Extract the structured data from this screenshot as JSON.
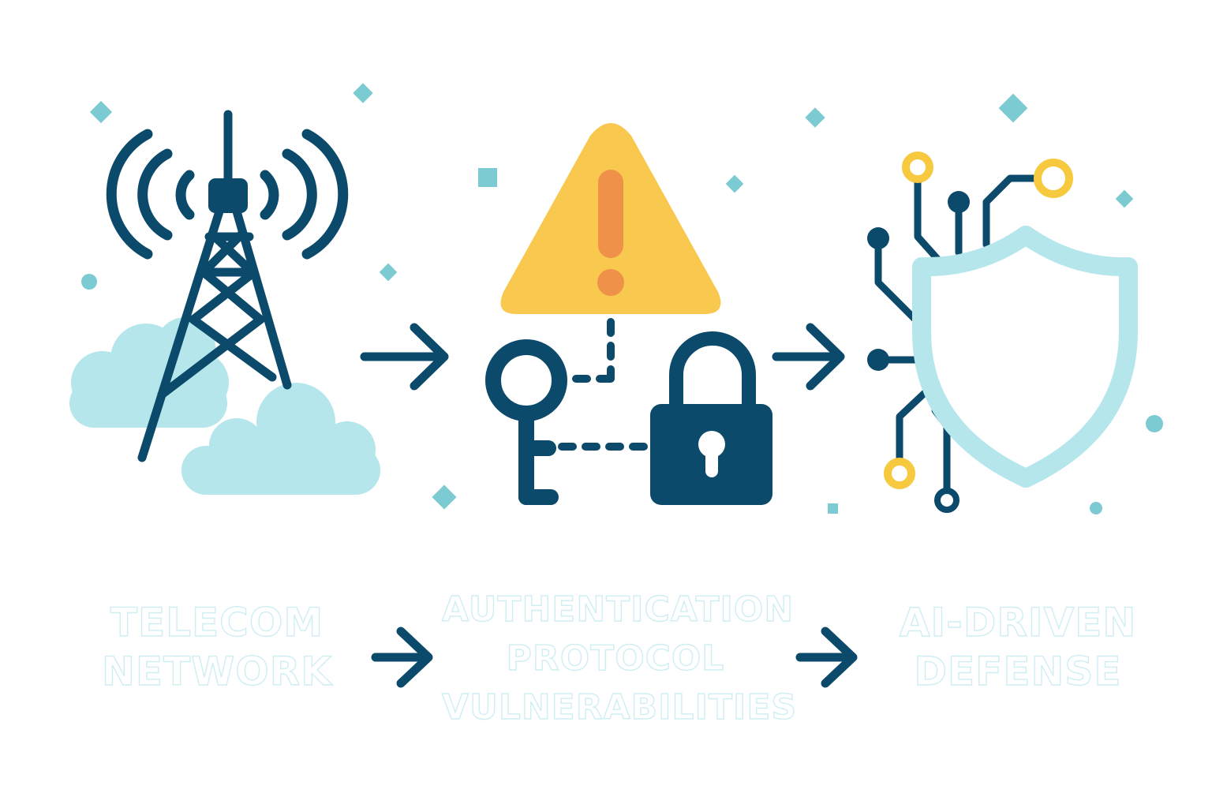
{
  "colors": {
    "navy": "#0c4a6b",
    "light_cyan": "#b4e6ec",
    "teal_accent": "#7ccbd2",
    "warning_yellow": "#f9c84f",
    "warning_orange": "#f0914a",
    "node_yellow": "#f6c93e",
    "label_outline": "#cfeef2"
  },
  "stages": [
    {
      "icon": "cell-tower-icon",
      "label_lines": [
        "TELECOM",
        "NETWORK"
      ]
    },
    {
      "icon": "warning-key-lock-icon",
      "label_lines": [
        "AUTHENTICATION",
        "PROTOCOL",
        "VULNERABILITIES"
      ]
    },
    {
      "icon": "circuit-shield-icon",
      "label_lines": [
        "AI-DRIVEN",
        "DEFENSE"
      ]
    }
  ],
  "arrows": [
    "arrow-right-icon",
    "arrow-right-icon",
    "arrow-right-icon",
    "arrow-right-icon"
  ]
}
